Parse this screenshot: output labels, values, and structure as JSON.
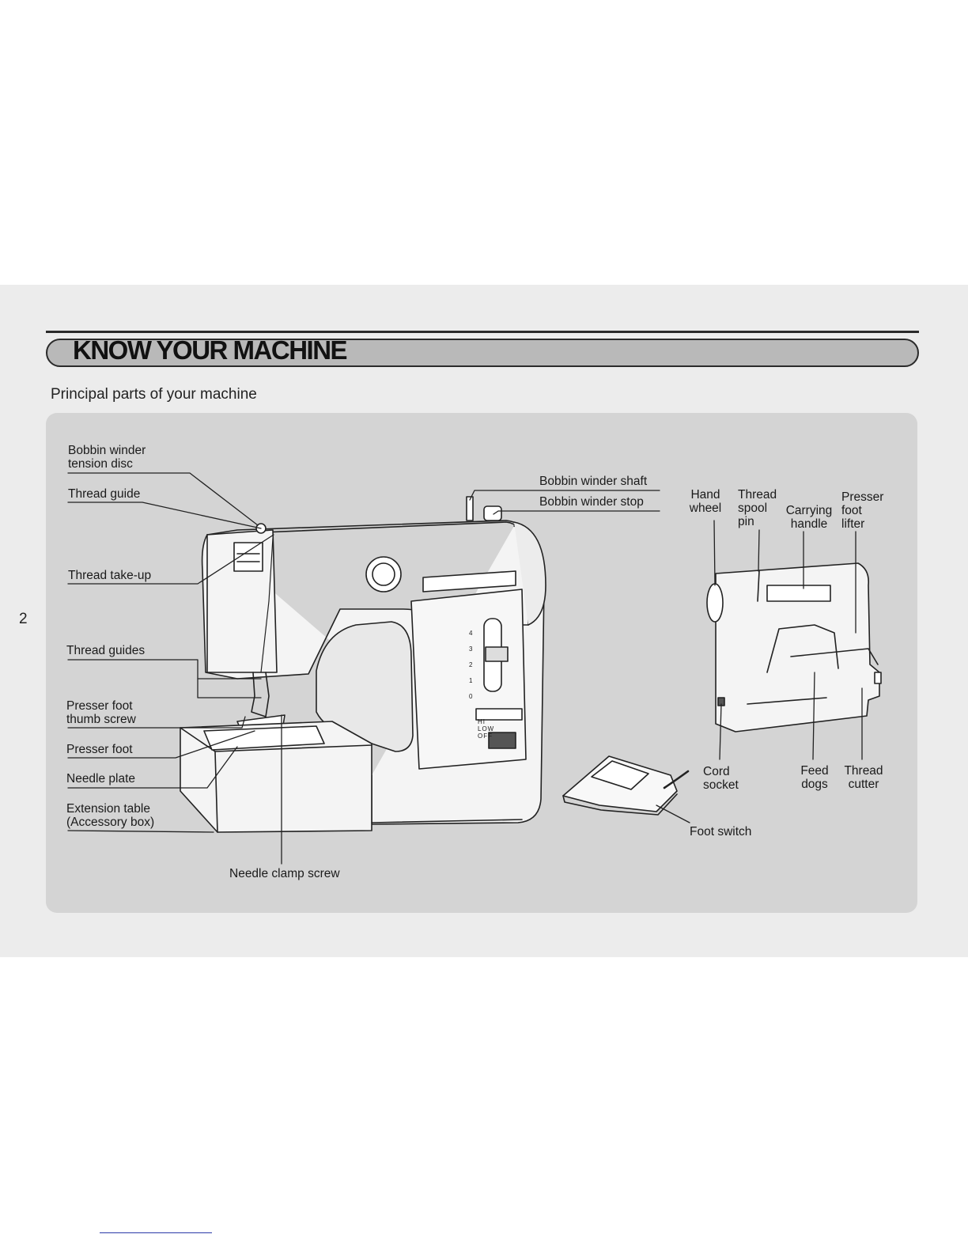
{
  "page": {
    "number": "2",
    "title": "KNOW YOUR MACHINE",
    "subtitle": "Principal parts of your machine"
  },
  "labels": {
    "bobbin_winder_tension_disc": "Bobbin winder\ntension disc",
    "thread_guide": "Thread guide",
    "thread_take_up": "Thread take-up",
    "thread_guides": "Thread guides",
    "presser_foot_thumb_screw": "Presser foot\nthumb screw",
    "presser_foot": "Presser foot",
    "needle_plate": "Needle plate",
    "extension_table": "Extension table\n(Accessory box)",
    "needle_clamp_screw": "Needle clamp screw",
    "bobbin_winder_shaft": "Bobbin winder shaft",
    "bobbin_winder_stop": "Bobbin winder stop",
    "hand_wheel": "Hand\nwheel",
    "thread_spool_pin": "Thread\nspool\npin",
    "carrying_handle": "Carrying\nhandle",
    "presser_foot_lifter": "Presser\nfoot\nlifter",
    "cord_socket": "Cord\nsocket",
    "feed_dogs": "Feed\ndogs",
    "thread_cutter": "Thread\ncutter",
    "foot_switch": "Foot switch"
  },
  "machine_markings": {
    "speed_switch": [
      "HI",
      "LOW",
      "OFF"
    ],
    "stitch_scale": [
      "4",
      "3",
      "2",
      "1",
      "0"
    ]
  }
}
